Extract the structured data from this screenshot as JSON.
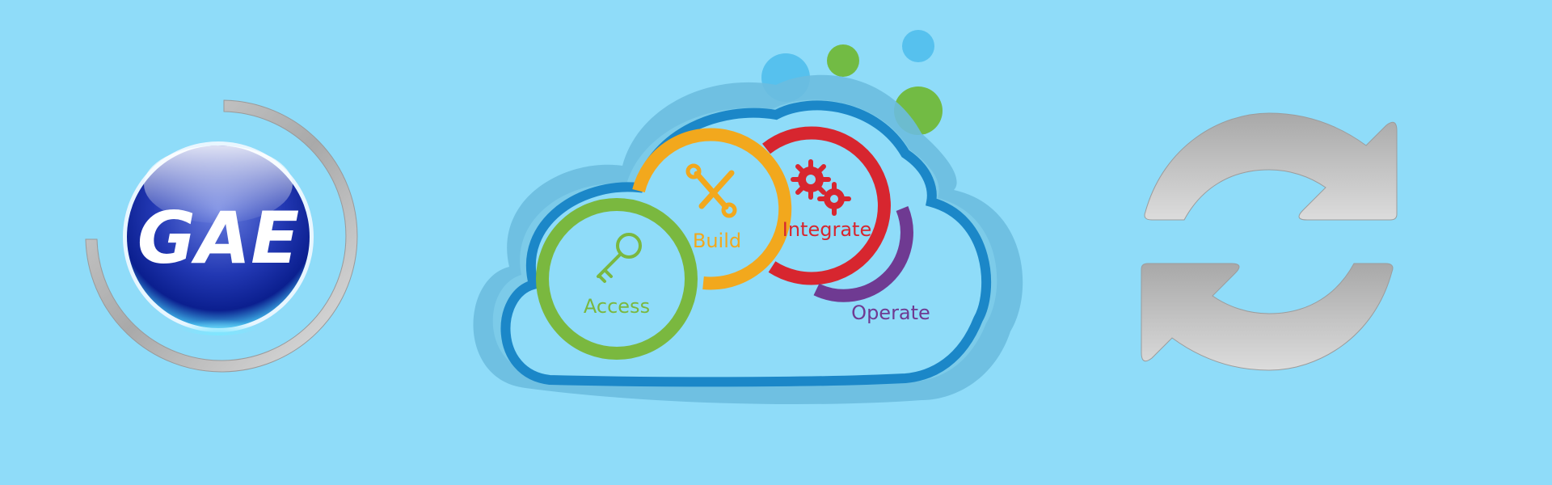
{
  "logo": {
    "text": "GAE"
  },
  "cloud": {
    "stages": [
      {
        "label": "Access",
        "color": "#7ab83f",
        "icon": "key-icon"
      },
      {
        "label": "Build",
        "color": "#f2a81d",
        "icon": "wrench-screwdriver-icon"
      },
      {
        "label": "Integrate",
        "color": "#d7262f",
        "icon": "gears-icon"
      },
      {
        "label": "Operate",
        "color": "#6f3a92",
        "icon": "none"
      }
    ],
    "outline_color": "#1b87c8",
    "shadow_color": "#5fb3d8",
    "bubble_colors": [
      "#56c1ee",
      "#72bb44"
    ]
  },
  "refresh": {
    "icon": "refresh-icon",
    "color": "#bfbfbf"
  }
}
